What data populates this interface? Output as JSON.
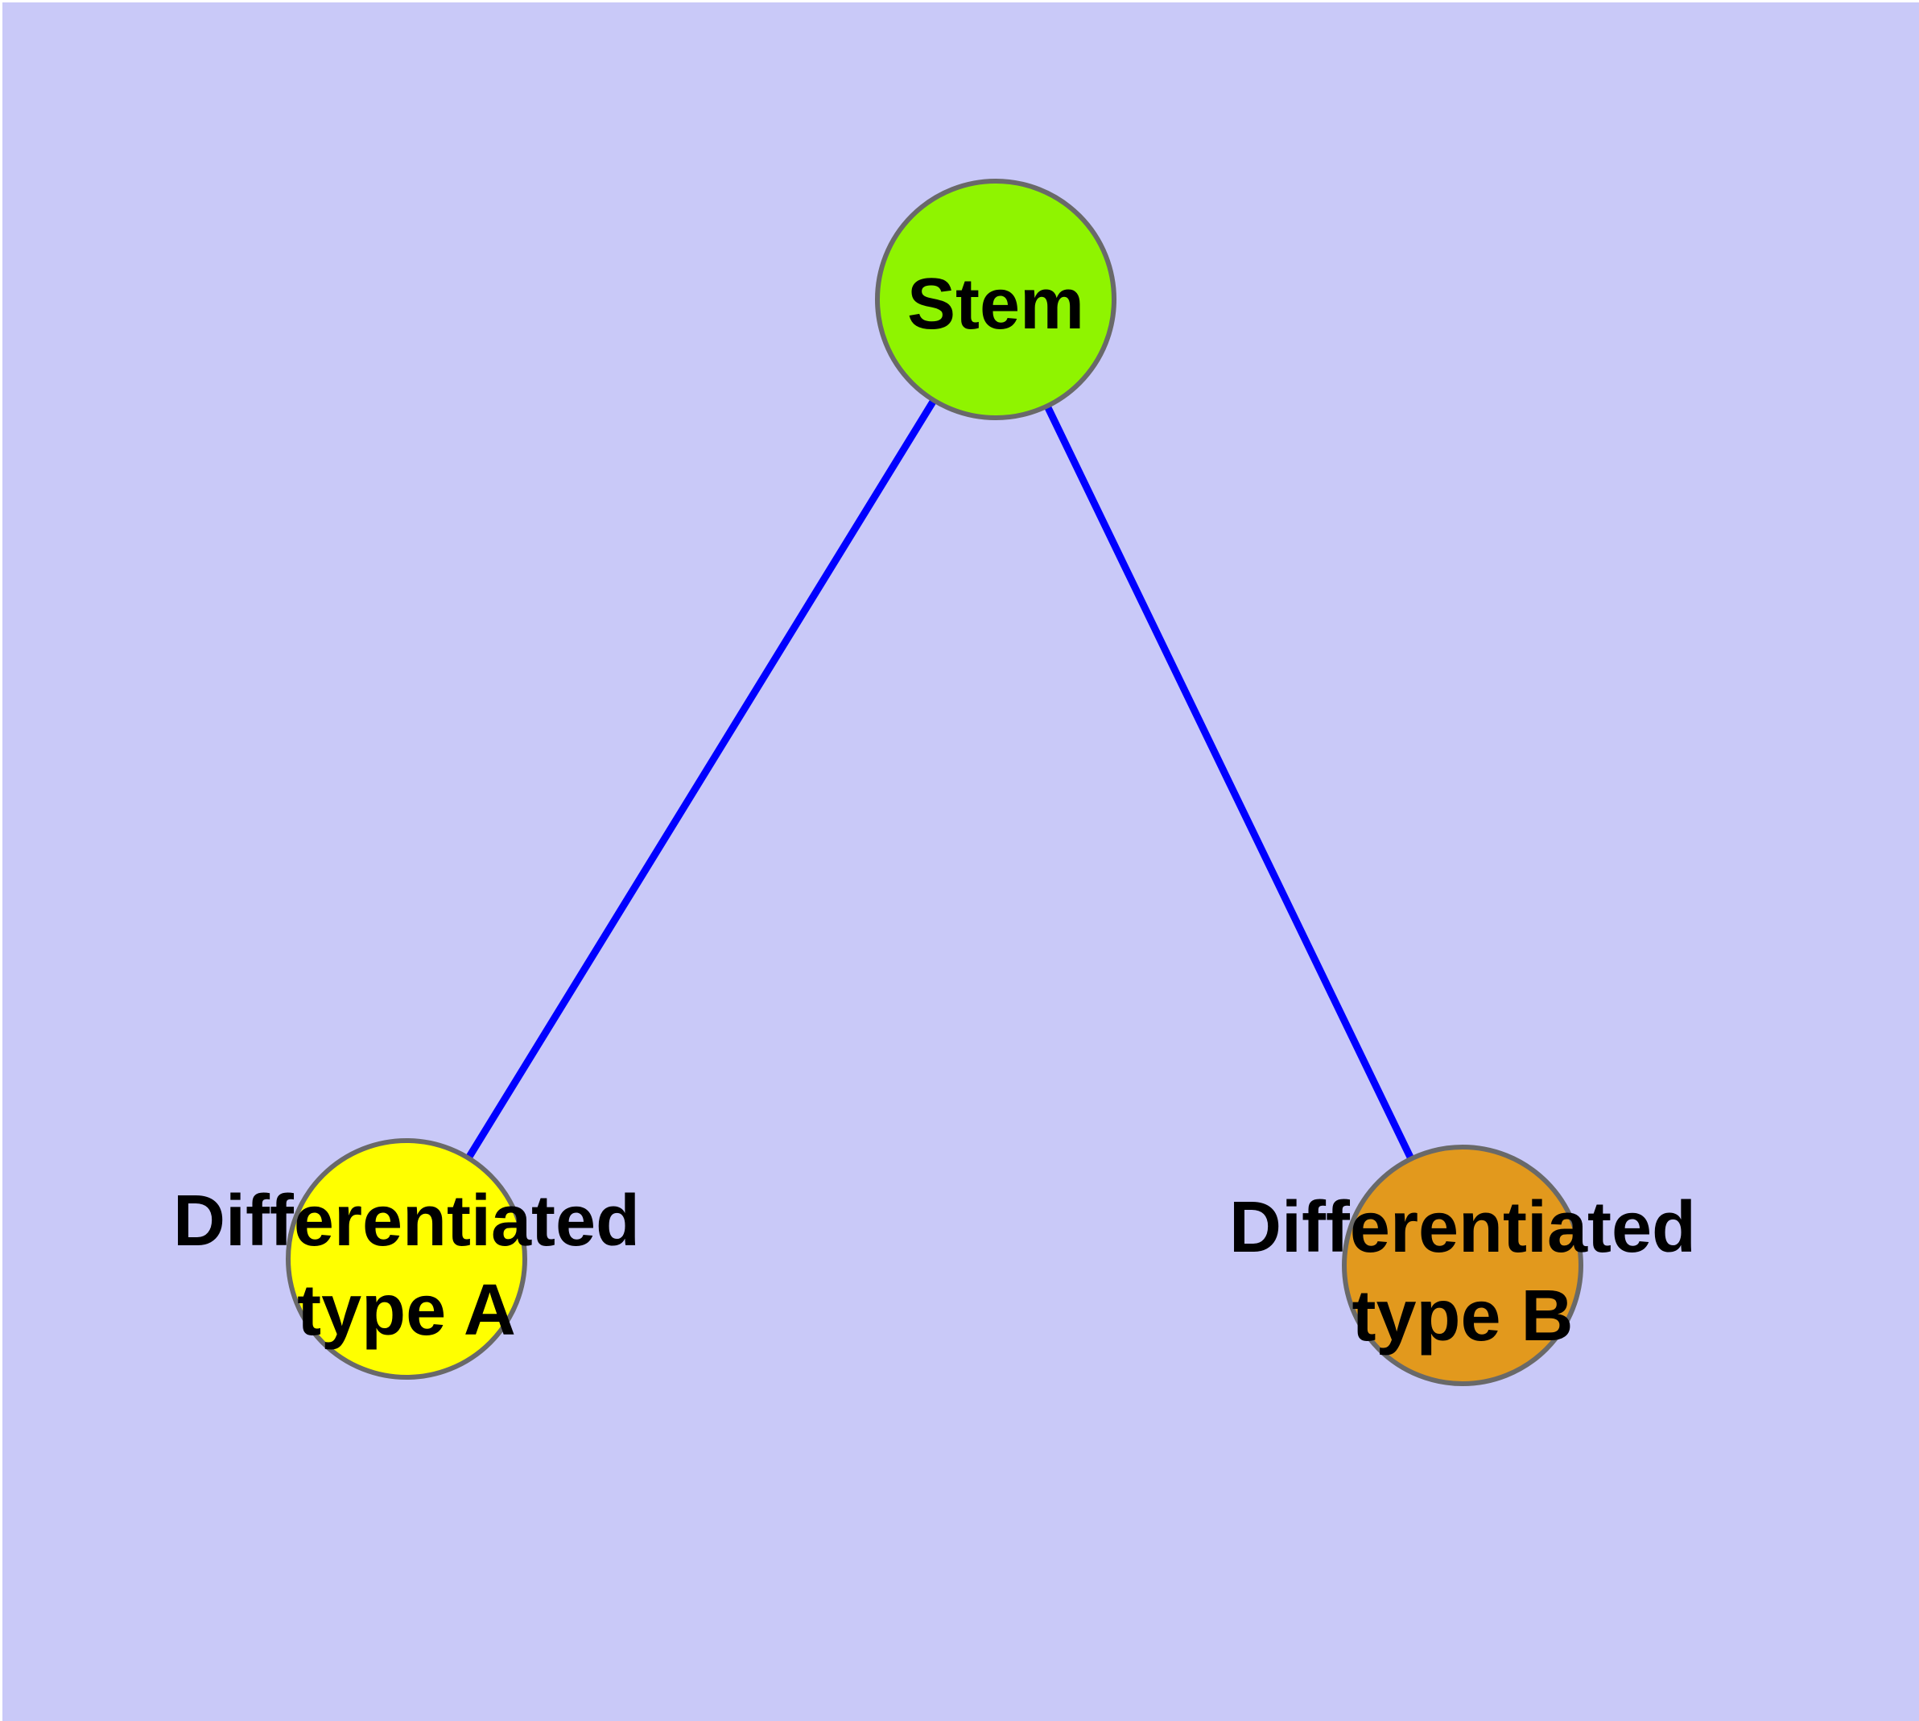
{
  "diagram": {
    "type": "graph",
    "background_color": "#C9C9F8",
    "frame_color": "#FFFFFF",
    "edge_color": "#0000FF",
    "node_border_color": "#696969",
    "label_color": "#000000",
    "nodes": [
      {
        "id": "stem",
        "label": "Stem",
        "lines": {
          "0": "Stem"
        },
        "fill": "#8FF400"
      },
      {
        "id": "differentiated-type-a",
        "label": "Differentiated type A",
        "lines": {
          "0": "Differentiated",
          "1": "type A"
        },
        "fill": "#FFFF00"
      },
      {
        "id": "differentiated-type-b",
        "label": "Differentiated type B",
        "lines": {
          "0": "Differentiated",
          "1": "type B"
        },
        "fill": "#E2991D"
      }
    ],
    "edges": [
      {
        "from": "stem",
        "to": "differentiated-type-a"
      },
      {
        "from": "stem",
        "to": "differentiated-type-b"
      }
    ]
  }
}
